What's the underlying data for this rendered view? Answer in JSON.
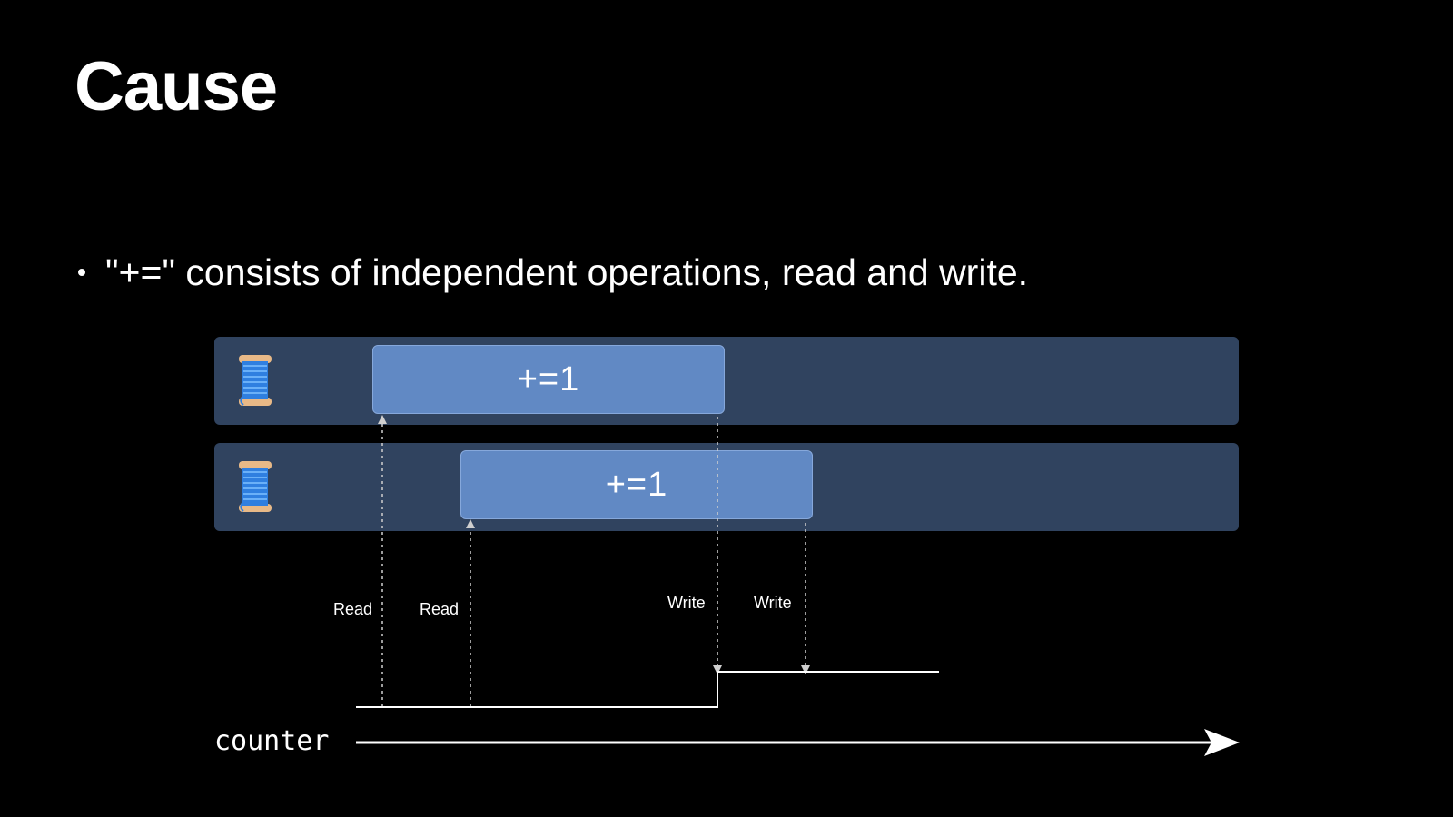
{
  "slide": {
    "title": "Cause",
    "bullet": "\"+=\" consists of independent operations, read and write."
  },
  "threads": [
    {
      "icon": "thread-spool-icon",
      "operation": "+=1"
    },
    {
      "icon": "thread-spool-icon",
      "operation": "+=1"
    }
  ],
  "labels": {
    "read_1": "Read",
    "read_2": "Read",
    "write_1": "Write",
    "write_2": "Write",
    "counter": "counter"
  },
  "colors": {
    "background": "#000000",
    "lane": "#30435f",
    "operation": "#6189c4",
    "text": "#ffffff"
  }
}
